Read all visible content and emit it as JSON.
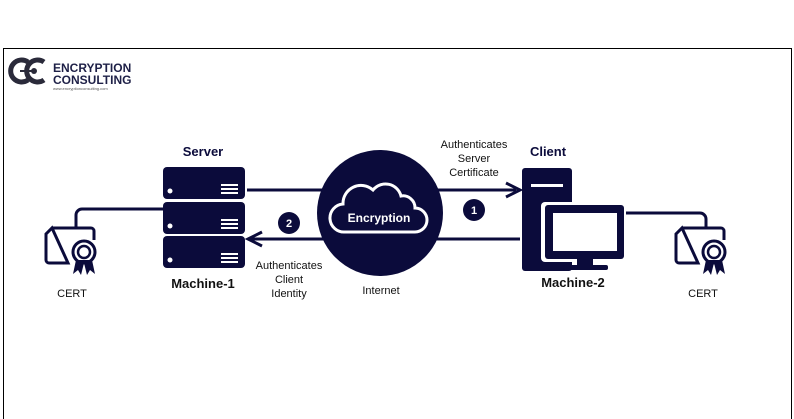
{
  "logo": {
    "line1": "ENCRYPTION",
    "line2": "CONSULTING",
    "url": "www.encryptionconsulting.com"
  },
  "server": {
    "title": "Server",
    "name": "Machine-1"
  },
  "client": {
    "title": "Client",
    "name": "Machine-2"
  },
  "cert_left": "CERT",
  "cert_right": "CERT",
  "cloud": {
    "label": "Encryption",
    "caption": "Internet"
  },
  "step1": {
    "number": "1",
    "lines": [
      "Authenticates",
      "Server",
      "Certificate"
    ]
  },
  "step2": {
    "number": "2",
    "lines": [
      "Authenticates",
      "Client",
      "Identity"
    ]
  },
  "colors": {
    "navy": "#0b0b3b"
  }
}
